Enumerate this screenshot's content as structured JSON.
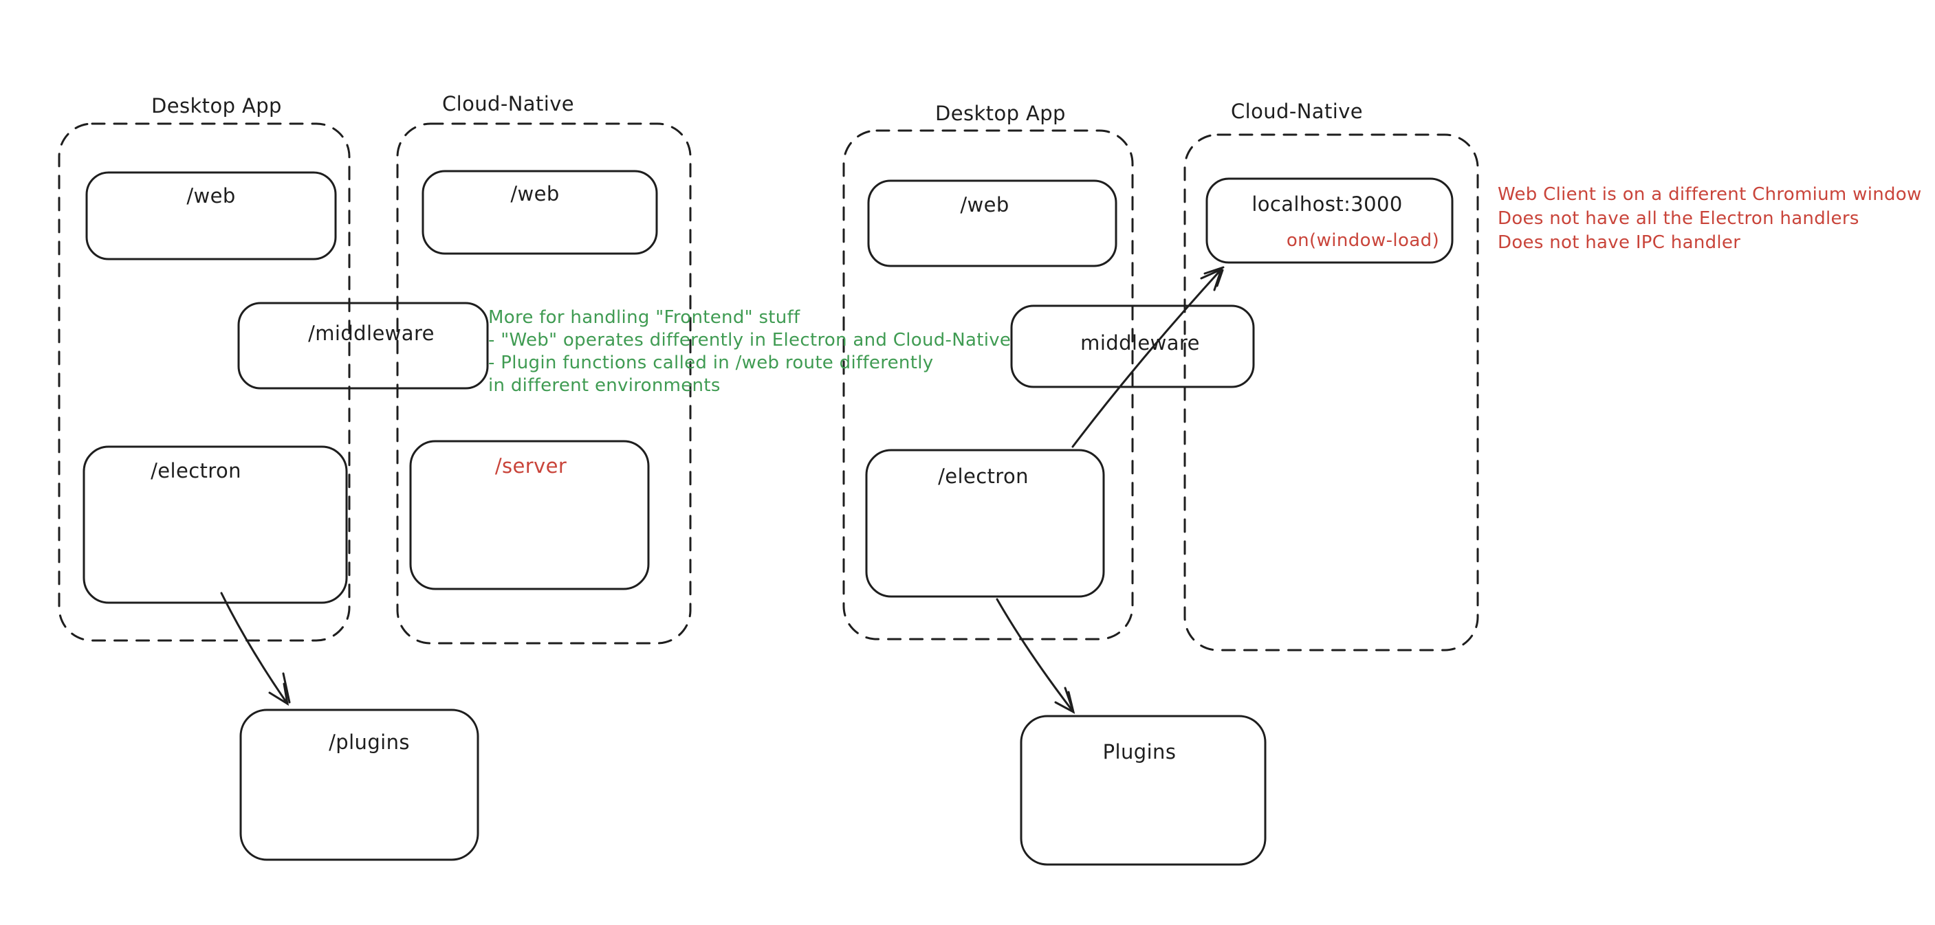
{
  "colors": {
    "stroke": "#1e1e1e",
    "green": "#3f9b52",
    "red": "#c9443a",
    "bg": "#ffffff"
  },
  "groups": {
    "left_desktop_title": "Desktop App",
    "left_cloud_title": "Cloud-Native",
    "right_desktop_title": "Desktop App",
    "right_cloud_title": "Cloud-Native"
  },
  "boxes": {
    "left_web_desktop": "/web",
    "left_middleware": "/middleware",
    "left_electron": "/electron",
    "left_web_cloud": "/web",
    "left_server": "/server",
    "left_plugins": "/plugins",
    "right_web": "/web",
    "right_middleware": "middleware",
    "right_electron": "/electron",
    "right_localhost": "localhost:3000",
    "right_localhost_event": "on(window-load)",
    "right_plugins": "Plugins"
  },
  "notes": {
    "green": {
      "line1": "More for handling \"Frontend\" stuff",
      "line2": "- \"Web\" operates differently in Electron and Cloud-Native",
      "line3": "- Plugin functions called in /web route differently",
      "line4": "in different environments"
    },
    "red": {
      "line1": "Web Client is on a different Chromium window",
      "line2": "Does not have all the Electron handlers",
      "line3": "Does not have IPC handler"
    }
  }
}
